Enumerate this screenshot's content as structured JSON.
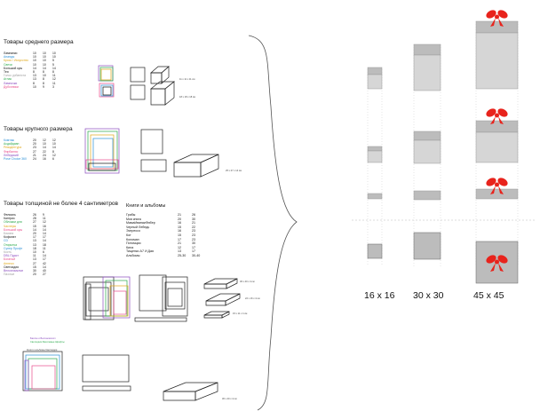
{
  "sections": {
    "medium": {
      "title": "Товары среднего размера",
      "rows": [
        {
          "name": "Лампанки",
          "color": "#111111",
          "v": [
            "10",
            "10",
            "10"
          ]
        },
        {
          "name": "Ананды",
          "color": "#2a8fd6",
          "v": [
            "10",
            "10",
            "10"
          ]
        },
        {
          "name": "Кросс / Искусство",
          "color": "#e0a81a",
          "v": [
            "10",
            "10",
            "5"
          ]
        },
        {
          "name": "Свечи",
          "color": "#2aa84a",
          "v": [
            "10",
            "10",
            "5"
          ]
        },
        {
          "name": "Большой куш",
          "color": "#111111",
          "v": [
            "14",
            "14",
            "14"
          ]
        },
        {
          "name": "Тея",
          "color": "#111111",
          "v": [
            "8",
            "8",
            "8"
          ]
        },
        {
          "name": "Голос урбаніста",
          "color": "#a0a0a0",
          "v": [
            "13",
            "10",
            "11"
          ]
        },
        {
          "name": "Атлас",
          "color": "#2aa84a",
          "v": [
            "13",
            "8",
            "12"
          ]
        },
        {
          "name": "Лампочки",
          "color": "#8a4bbf",
          "v": [
            "8",
            "8",
            "11"
          ]
        },
        {
          "name": "Дубочники",
          "color": "#e84a8a",
          "v": [
            "10",
            "9",
            "3"
          ]
        }
      ],
      "dims1": "11 x 11 x 11 см",
      "dims2": "18 x 18 x 18 см"
    },
    "large": {
      "title": "Товары крупного размера",
      "rows": [
        {
          "name": "Комтаж",
          "color": "#2a8fd6",
          "v": [
            "20",
            "12",
            "12"
          ]
        },
        {
          "name": "Асдайдиан",
          "color": "#2aa84a",
          "v": [
            "20",
            "10",
            "10"
          ]
        },
        {
          "name": "Резидентура",
          "color": "#e0a81a",
          "v": [
            "23",
            "14",
            "14"
          ]
        },
        {
          "name": "Фирбалюс",
          "color": "#e84a8a",
          "v": [
            "27",
            "22",
            "8"
          ]
        },
        {
          "name": "Лебедский",
          "color": "#8a4bbf",
          "v": [
            "21",
            "24",
            "12"
          ]
        },
        {
          "name": "Pose Choice 360",
          "color": "#2a8fd6",
          "v": [
            "24",
            "16",
            "6"
          ]
        }
      ],
      "dims1": "25 x 27 x 14 см"
    },
    "thin": {
      "title": "Товары толщиной не более 4 сантиметров",
      "rows": [
        {
          "name": "Фелиаль",
          "color": "#111111",
          "v": [
            "26",
            "9"
          ]
        },
        {
          "name": "Кантрис",
          "color": "#111111",
          "v": [
            "28",
            "11"
          ]
        },
        {
          "name": "Обложки для",
          "color": "#2aa84a",
          "v": [
            "27",
            "12"
          ]
        },
        {
          "name": "Часлеры",
          "color": "#e0a81a",
          "v": [
            "15",
            "16"
          ]
        },
        {
          "name": "Большой куш",
          "color": "#e84a8a",
          "v": [
            "14",
            "14"
          ]
        },
        {
          "name": "Бикини",
          "color": "#a0a0a0",
          "v": [
            "20",
            "14"
          ]
        },
        {
          "name": "Кофилат",
          "color": "#111111",
          "v": [
            "17",
            "17"
          ]
        },
        {
          "name": "CD",
          "color": "#2a8fd6",
          "v": [
            "13",
            "14"
          ]
        },
        {
          "name": "Открытка",
          "color": "#2aa84a",
          "v": [
            "13",
            "18"
          ]
        },
        {
          "name": "Супер Профт",
          "color": "#2a8fd6",
          "v": [
            "18",
            "11"
          ]
        },
        {
          "name": "Кость",
          "color": "#a0a0a0",
          "v": [
            "10",
            "6"
          ]
        },
        {
          "name": "DBL Пдаст",
          "color": "#8a4bbf",
          "v": [
            "11",
            "14"
          ]
        },
        {
          "name": "Богатый",
          "color": "#e84a8a",
          "v": [
            "13",
            "17"
          ]
        },
        {
          "name": "Аннеси",
          "color": "#e0a81a",
          "v": [
            "27",
            "42"
          ]
        },
        {
          "name": "Светоидия",
          "color": "#111111",
          "v": [
            "15",
            "14"
          ]
        },
        {
          "name": "Велоэнзиклоп",
          "color": "#8a4bbf",
          "v": [
            "30",
            "40"
          ]
        },
        {
          "name": "Пахлые",
          "color": "#a0a0a0",
          "v": [
            "20",
            "27"
          ]
        }
      ],
      "dims1": "30 x 40 x 4 см",
      "dims2": "22 x 16 x 4 см",
      "dims3": "15 x 11 x 4 см"
    },
    "books": {
      "title": "Книги и альбомы",
      "rows": [
        {
          "name": "Грибы",
          "v": [
            "21",
            "26"
          ]
        },
        {
          "name": "Моя книга",
          "v": [
            "20",
            "30"
          ]
        },
        {
          "name": "МамаИванаиФибер",
          "v": [
            "16",
            "21"
          ]
        },
        {
          "name": "Черный Лебедь",
          "v": [
            "15",
            "22"
          ]
        },
        {
          "name": "Эспрессо",
          "v": [
            "16",
            "23"
          ]
        },
        {
          "name": "Кот",
          "v": [
            "15",
            "23"
          ]
        },
        {
          "name": "Коломан",
          "v": [
            "17",
            "23"
          ]
        },
        {
          "name": "Потомцио",
          "v": [
            "21",
            "30"
          ]
        },
        {
          "name": "Кила",
          "v": [
            "12",
            "17"
          ]
        },
        {
          "name": "Тищенко А7 И Дая",
          "v": [
            "13",
            "17"
          ]
        },
        {
          "name": "Альбомы",
          "v": [
            "25-30",
            "30-40"
          ]
        }
      ]
    },
    "bottom": {
      "legend1": "Бассин и Велоэнзиклоп",
      "legend2": "Светоидия Фасолевые Шрифты",
      "small_caption": "Книги и альбомы Светоидия",
      "dims": "30 x 40 x 4 см"
    }
  },
  "size_labels": [
    "16 x 16",
    "30 x 30",
    "45 x 45"
  ],
  "colors": {
    "box_fill": "#d6d6d6",
    "box_fill_dark": "#bcbcbc",
    "bow": "#e8231c",
    "line": "#222222"
  }
}
